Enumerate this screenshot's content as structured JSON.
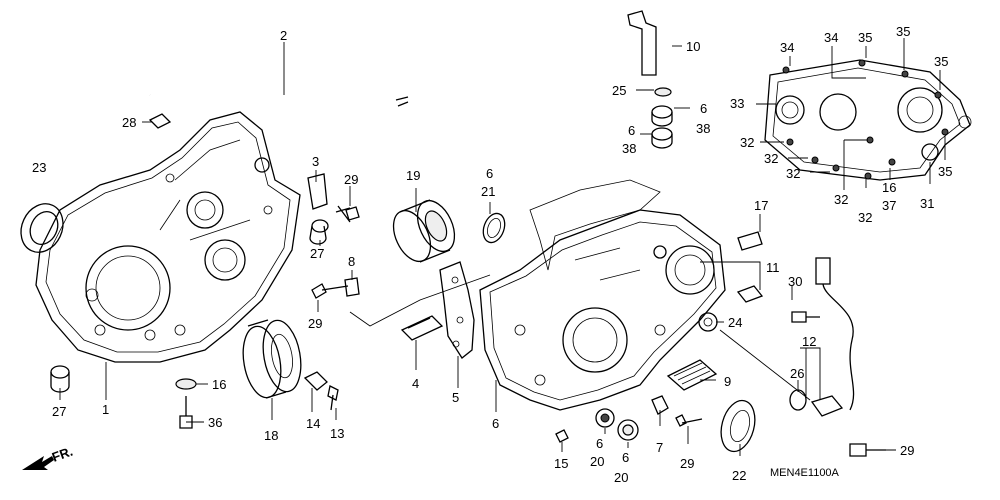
{
  "diagram_code": "MEN4E1100A",
  "front_indicator": "FR.",
  "callouts": [
    {
      "id": "c2",
      "text": "2"
    },
    {
      "id": "c28",
      "text": "28"
    },
    {
      "id": "c23",
      "text": "23"
    },
    {
      "id": "c3",
      "text": "3"
    },
    {
      "id": "c29a",
      "text": "29"
    },
    {
      "id": "c27a",
      "text": "27"
    },
    {
      "id": "c8",
      "text": "8"
    },
    {
      "id": "c29b",
      "text": "29"
    },
    {
      "id": "c19",
      "text": "19"
    },
    {
      "id": "c6a",
      "text": "6"
    },
    {
      "id": "c21",
      "text": "21"
    },
    {
      "id": "c16",
      "text": "16"
    },
    {
      "id": "c36",
      "text": "36"
    },
    {
      "id": "c27b",
      "text": "27"
    },
    {
      "id": "c1",
      "text": "1"
    },
    {
      "id": "c18",
      "text": "18"
    },
    {
      "id": "c14",
      "text": "14"
    },
    {
      "id": "c13",
      "text": "13"
    },
    {
      "id": "c4",
      "text": "4"
    },
    {
      "id": "c5",
      "text": "5"
    },
    {
      "id": "c6b",
      "text": "6"
    },
    {
      "id": "c10",
      "text": "10"
    },
    {
      "id": "c25",
      "text": "25"
    },
    {
      "id": "c6c",
      "text": "6"
    },
    {
      "id": "c38a",
      "text": "38"
    },
    {
      "id": "c6d",
      "text": "6"
    },
    {
      "id": "c38b",
      "text": "38"
    },
    {
      "id": "c17",
      "text": "17"
    },
    {
      "id": "c11",
      "text": "11"
    },
    {
      "id": "c30",
      "text": "30"
    },
    {
      "id": "c24",
      "text": "24"
    },
    {
      "id": "c9",
      "text": "9"
    },
    {
      "id": "c12",
      "text": "12"
    },
    {
      "id": "c26",
      "text": "26"
    },
    {
      "id": "c7",
      "text": "7"
    },
    {
      "id": "c29c",
      "text": "29"
    },
    {
      "id": "c22",
      "text": "22"
    },
    {
      "id": "c29d",
      "text": "29"
    },
    {
      "id": "c15",
      "text": "15"
    },
    {
      "id": "c20a",
      "text": "20"
    },
    {
      "id": "c6e",
      "text": "6"
    },
    {
      "id": "c6f",
      "text": "6"
    },
    {
      "id": "c20b",
      "text": "20"
    },
    {
      "id": "c34a",
      "text": "34"
    },
    {
      "id": "c34b",
      "text": "34"
    },
    {
      "id": "c35a",
      "text": "35"
    },
    {
      "id": "c35b",
      "text": "35"
    },
    {
      "id": "c35c",
      "text": "35"
    },
    {
      "id": "c35d",
      "text": "35"
    },
    {
      "id": "c33",
      "text": "33"
    },
    {
      "id": "c32a",
      "text": "32"
    },
    {
      "id": "c32b",
      "text": "32"
    },
    {
      "id": "c32c",
      "text": "32"
    },
    {
      "id": "c32d",
      "text": "32"
    },
    {
      "id": "c32e",
      "text": "32"
    },
    {
      "id": "c16b",
      "text": "16"
    },
    {
      "id": "c37",
      "text": "37"
    },
    {
      "id": "c31",
      "text": "31"
    }
  ]
}
